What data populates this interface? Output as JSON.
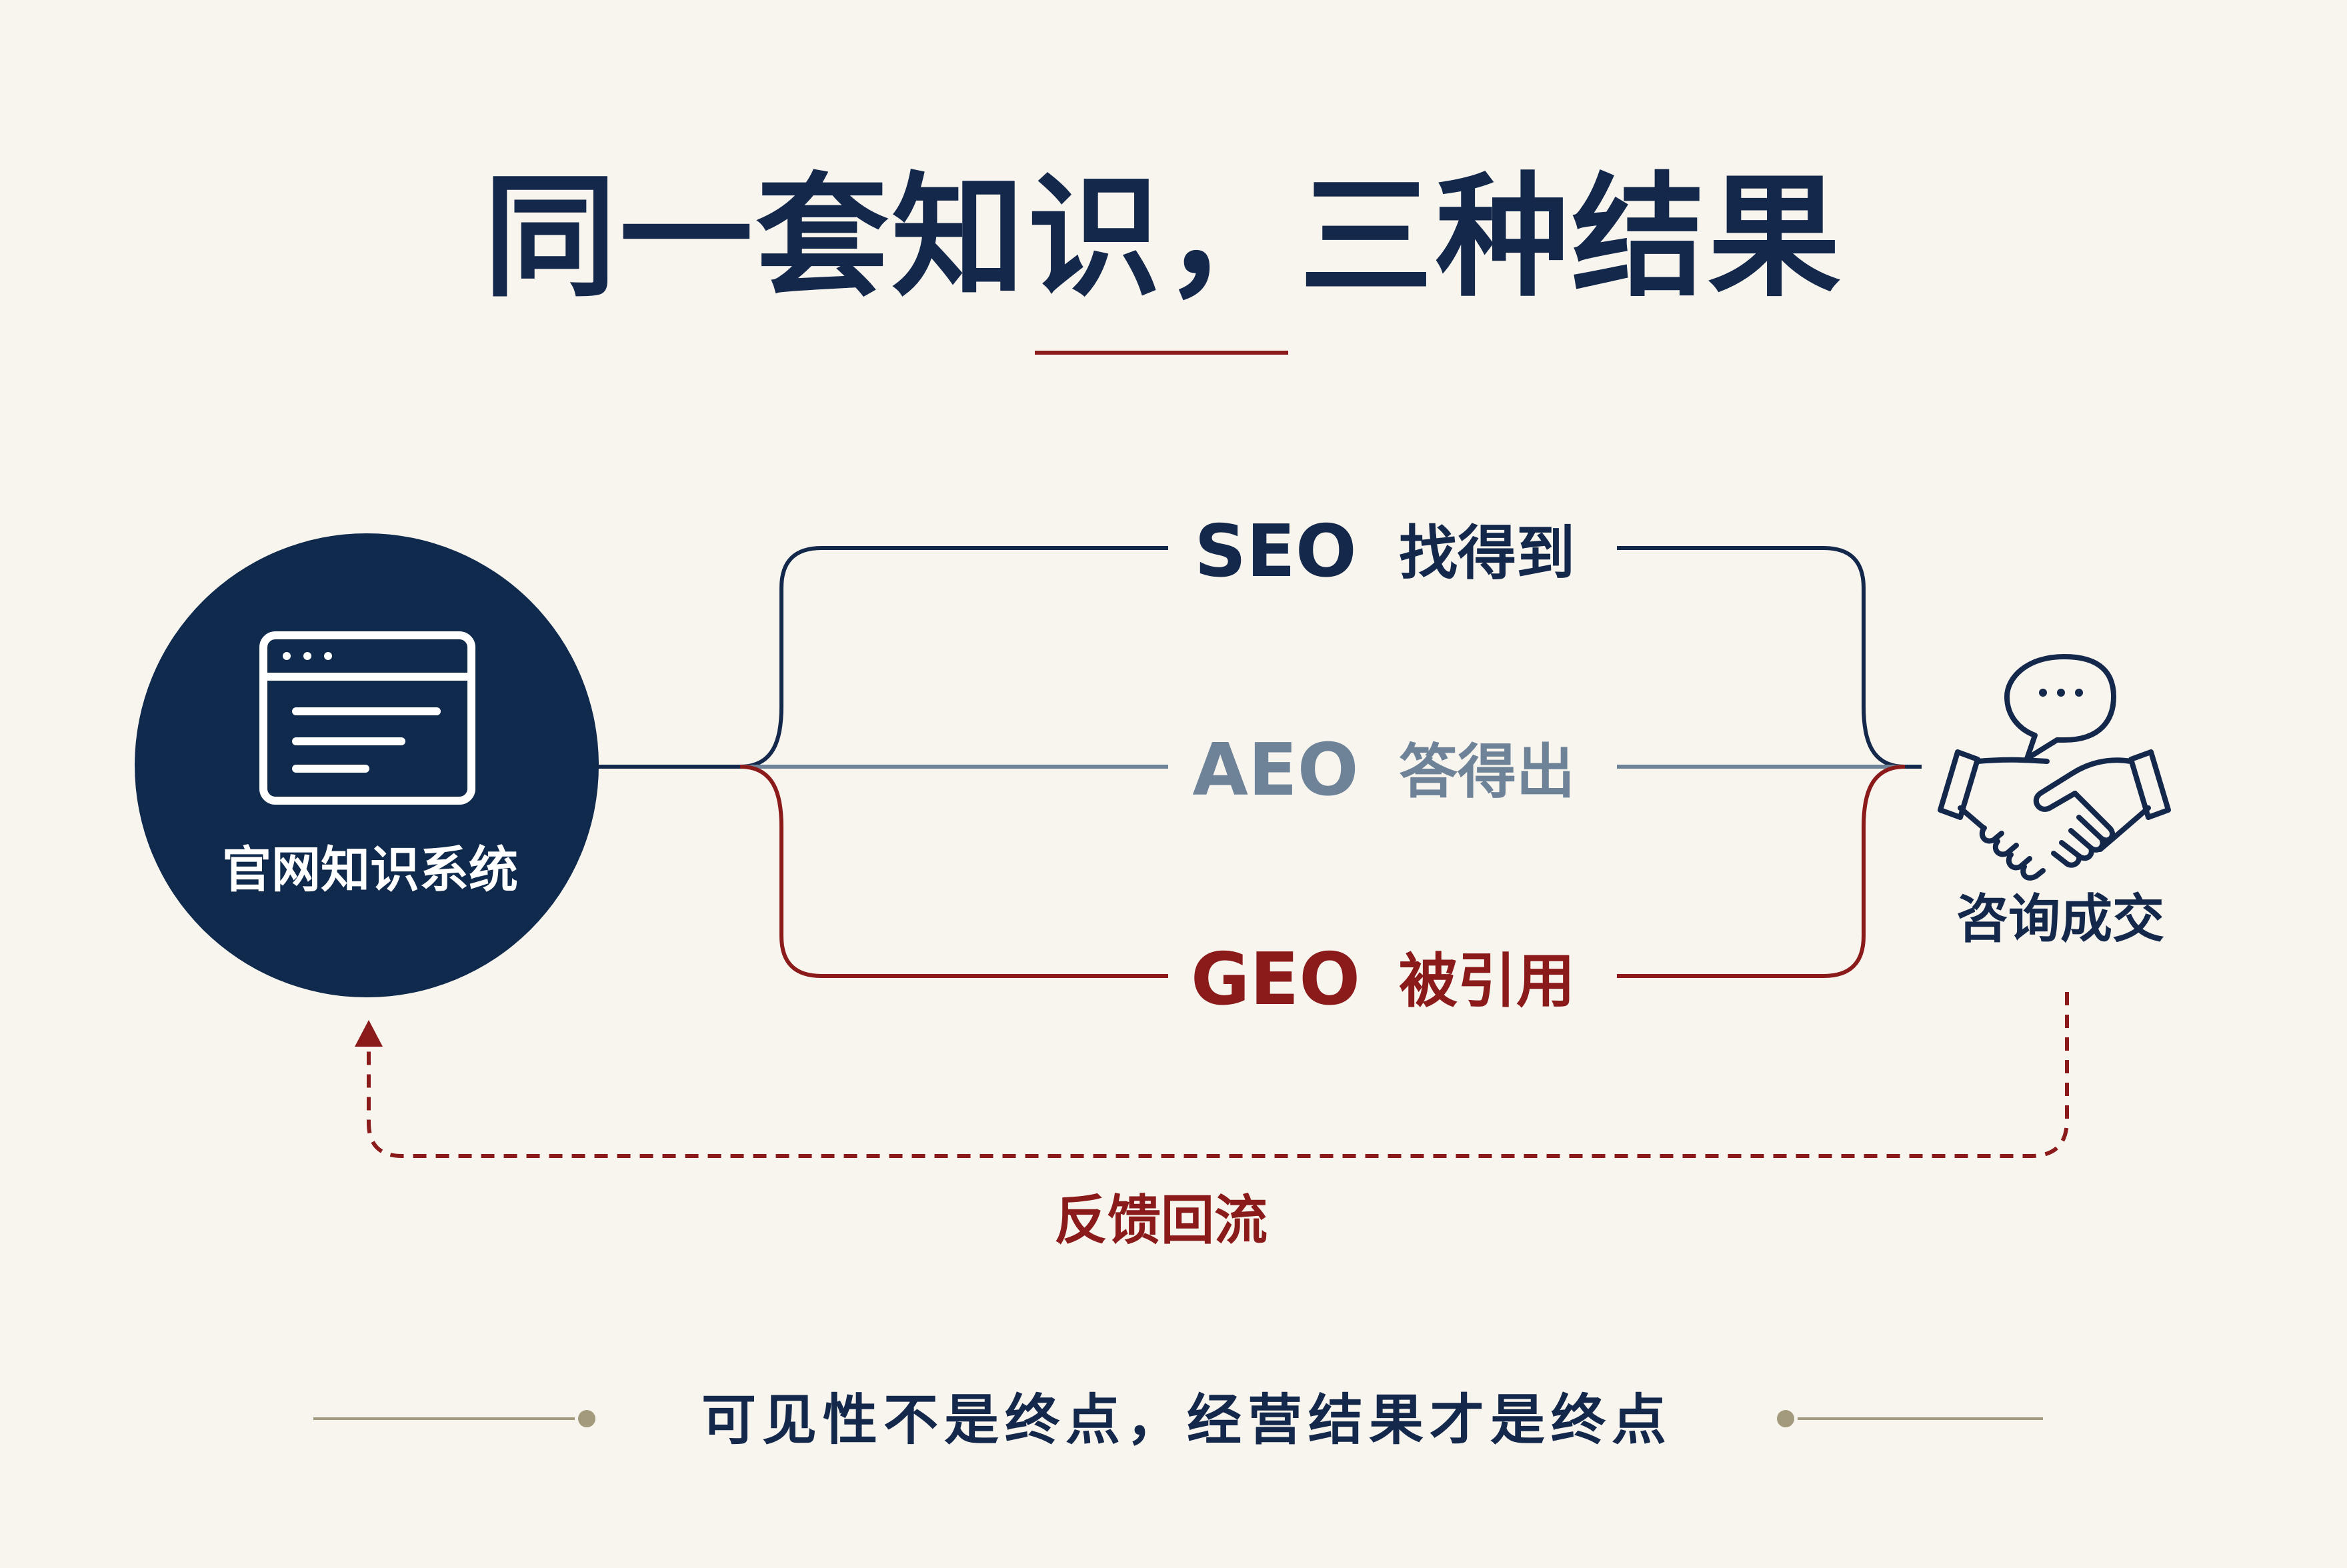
{
  "title": "同一套知识，三种结果",
  "source": {
    "label": "官网知识系统",
    "icon": "browser-window-icon"
  },
  "branches": [
    {
      "code": "SEO",
      "text": "找得到",
      "color": "#14284b"
    },
    {
      "code": "AEO",
      "text": "答得出",
      "color": "#6e8398"
    },
    {
      "code": "GEO",
      "text": "被引用",
      "color": "#8b1a1a"
    }
  ],
  "target": {
    "label": "咨询成交",
    "icon": "handshake-chat-icon"
  },
  "feedback": {
    "label": "反馈回流"
  },
  "footer": {
    "text": "可见性不是终点，经营结果才是终点"
  },
  "colors": {
    "background": "#f8f5ef",
    "navy": "#14284b",
    "circle": "#0f2a4d",
    "accent_red": "#8b1a1a",
    "steel": "#6e8398",
    "olive": "#a39a7d"
  }
}
